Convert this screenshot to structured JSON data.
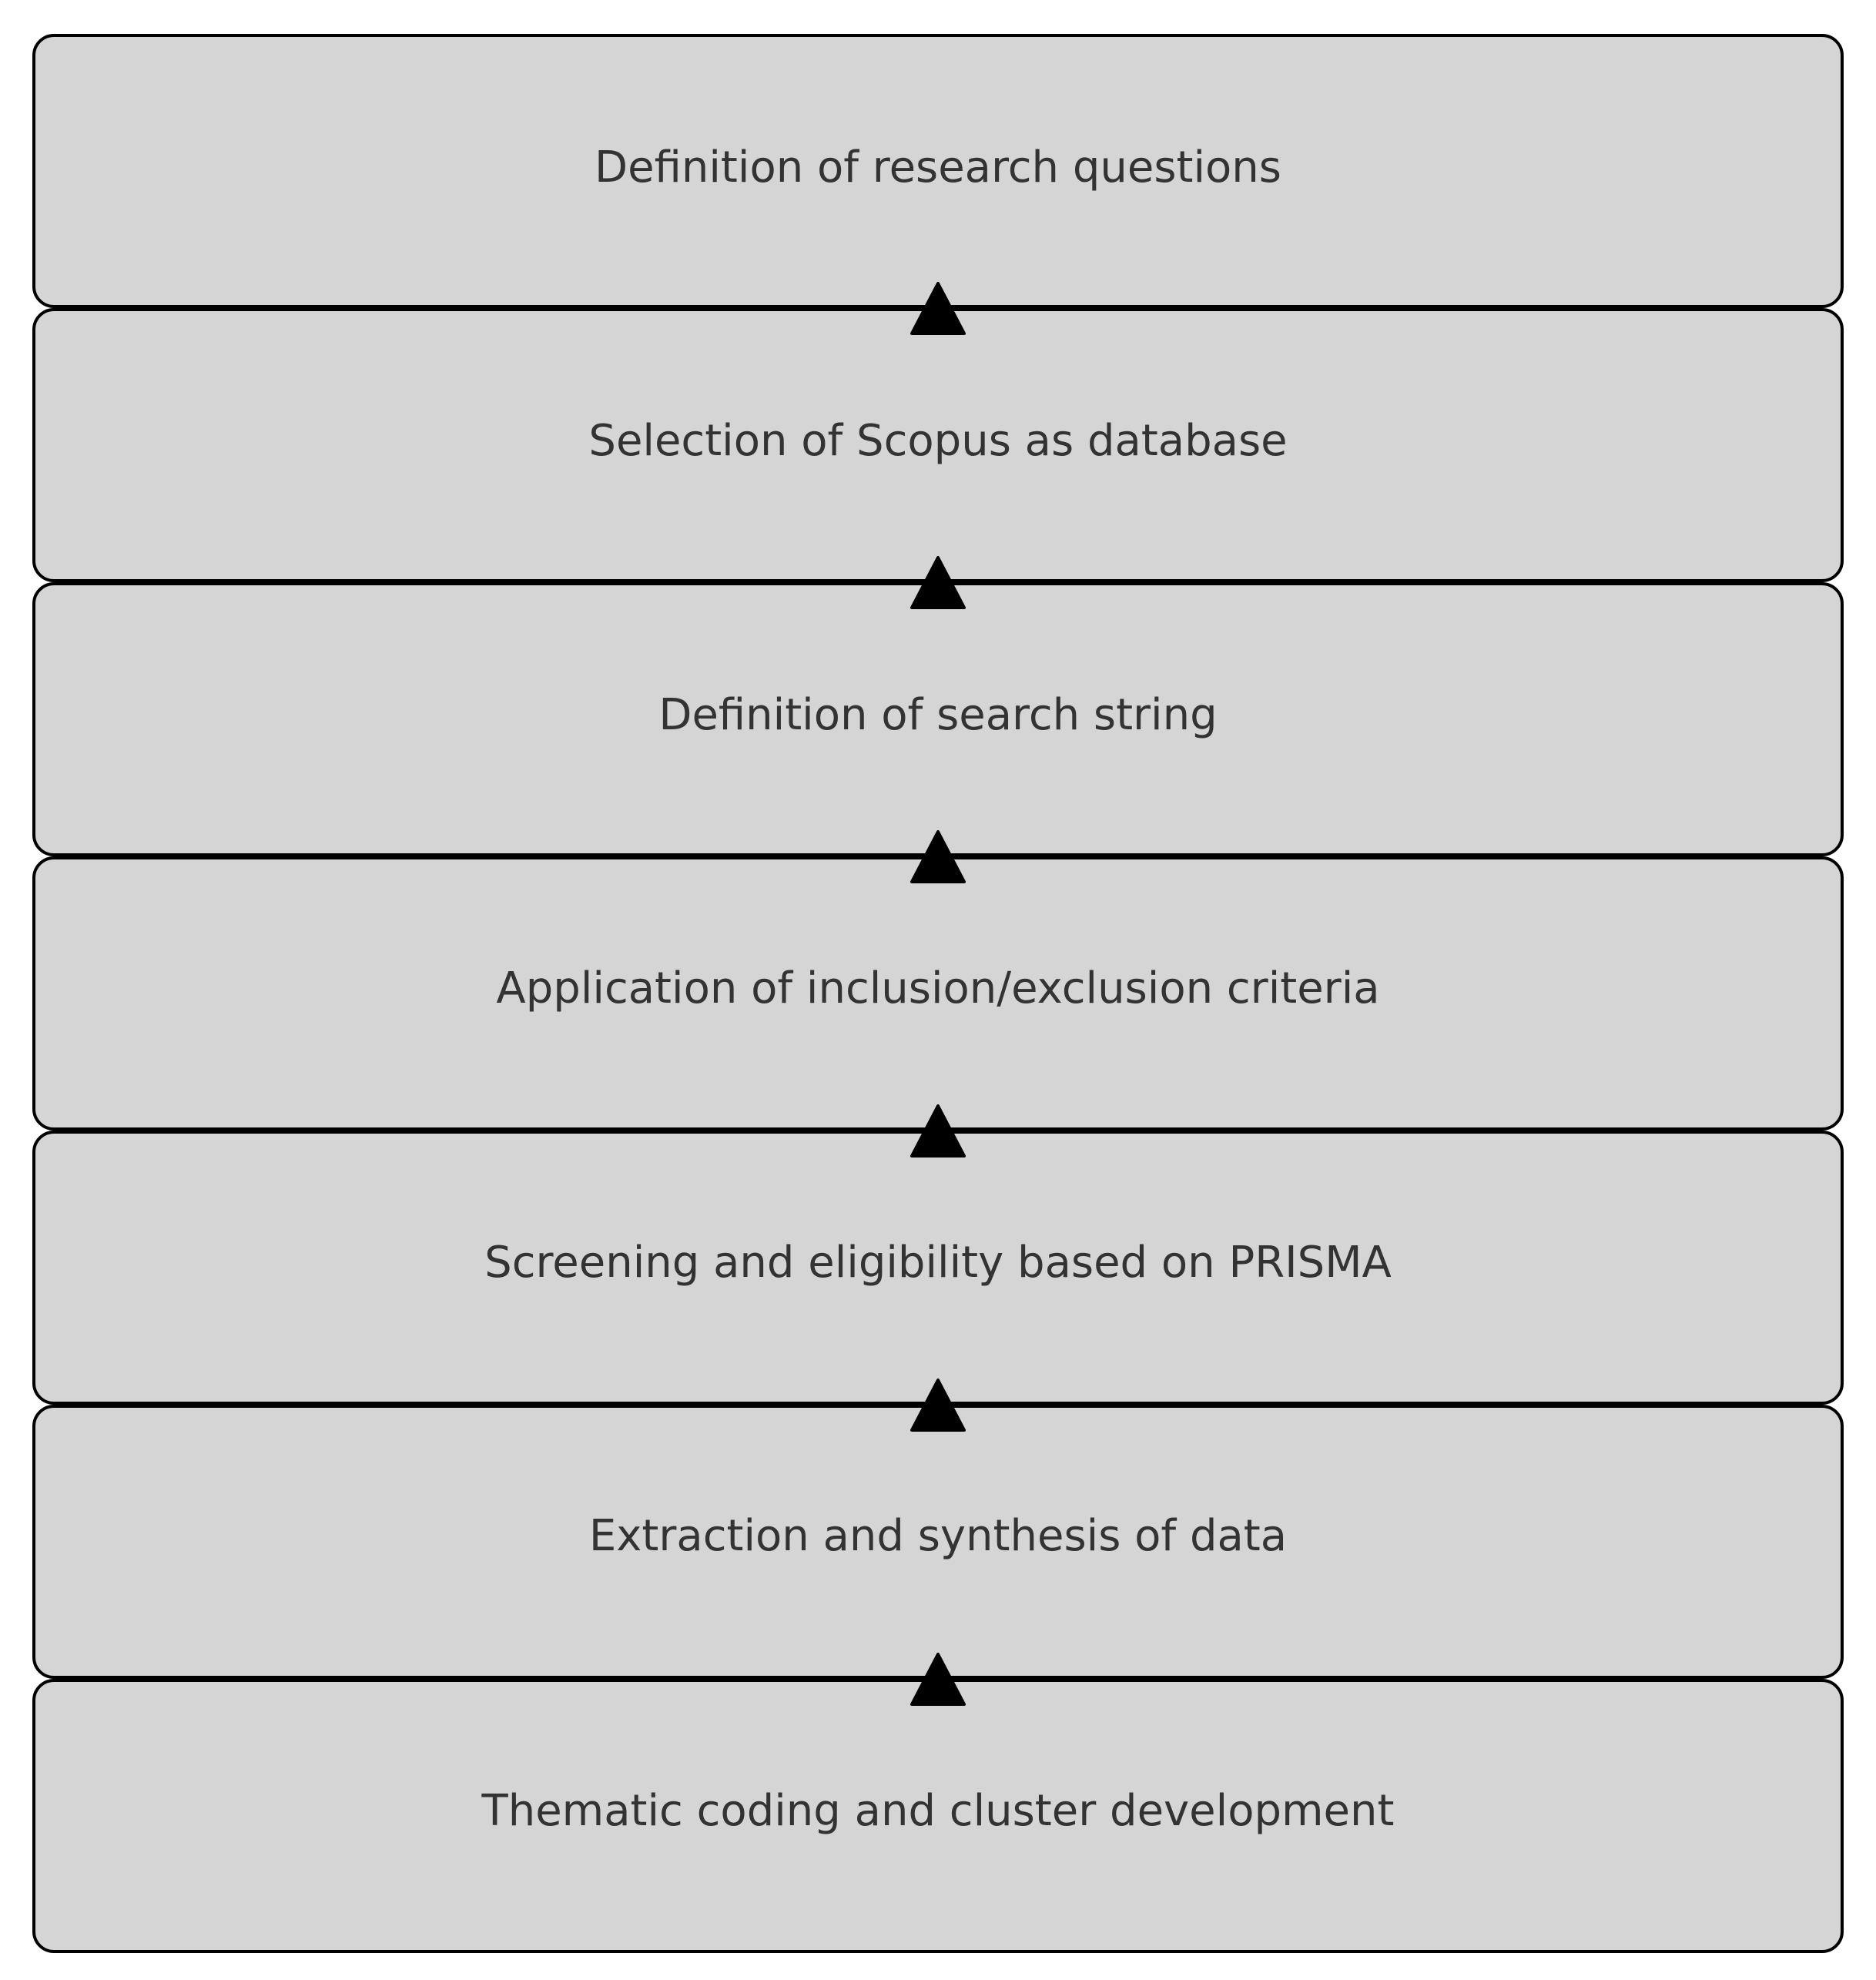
{
  "diagram": {
    "type": "flowchart",
    "direction": "bottom-to-top",
    "steps": [
      {
        "label": "Definition of research questions"
      },
      {
        "label": "Selection of Scopus as database"
      },
      {
        "label": "Definition of search string"
      },
      {
        "label": "Application of inclusion/exclusion criteria"
      },
      {
        "label": "Screening and eligibility based on PRISMA"
      },
      {
        "label": "Extraction and synthesis of data"
      },
      {
        "label": "Thematic coding and cluster development"
      }
    ],
    "colors": {
      "box_fill": "#d5d5d5",
      "box_stroke": "#000000",
      "text": "#333333",
      "arrow": "#000000"
    }
  }
}
